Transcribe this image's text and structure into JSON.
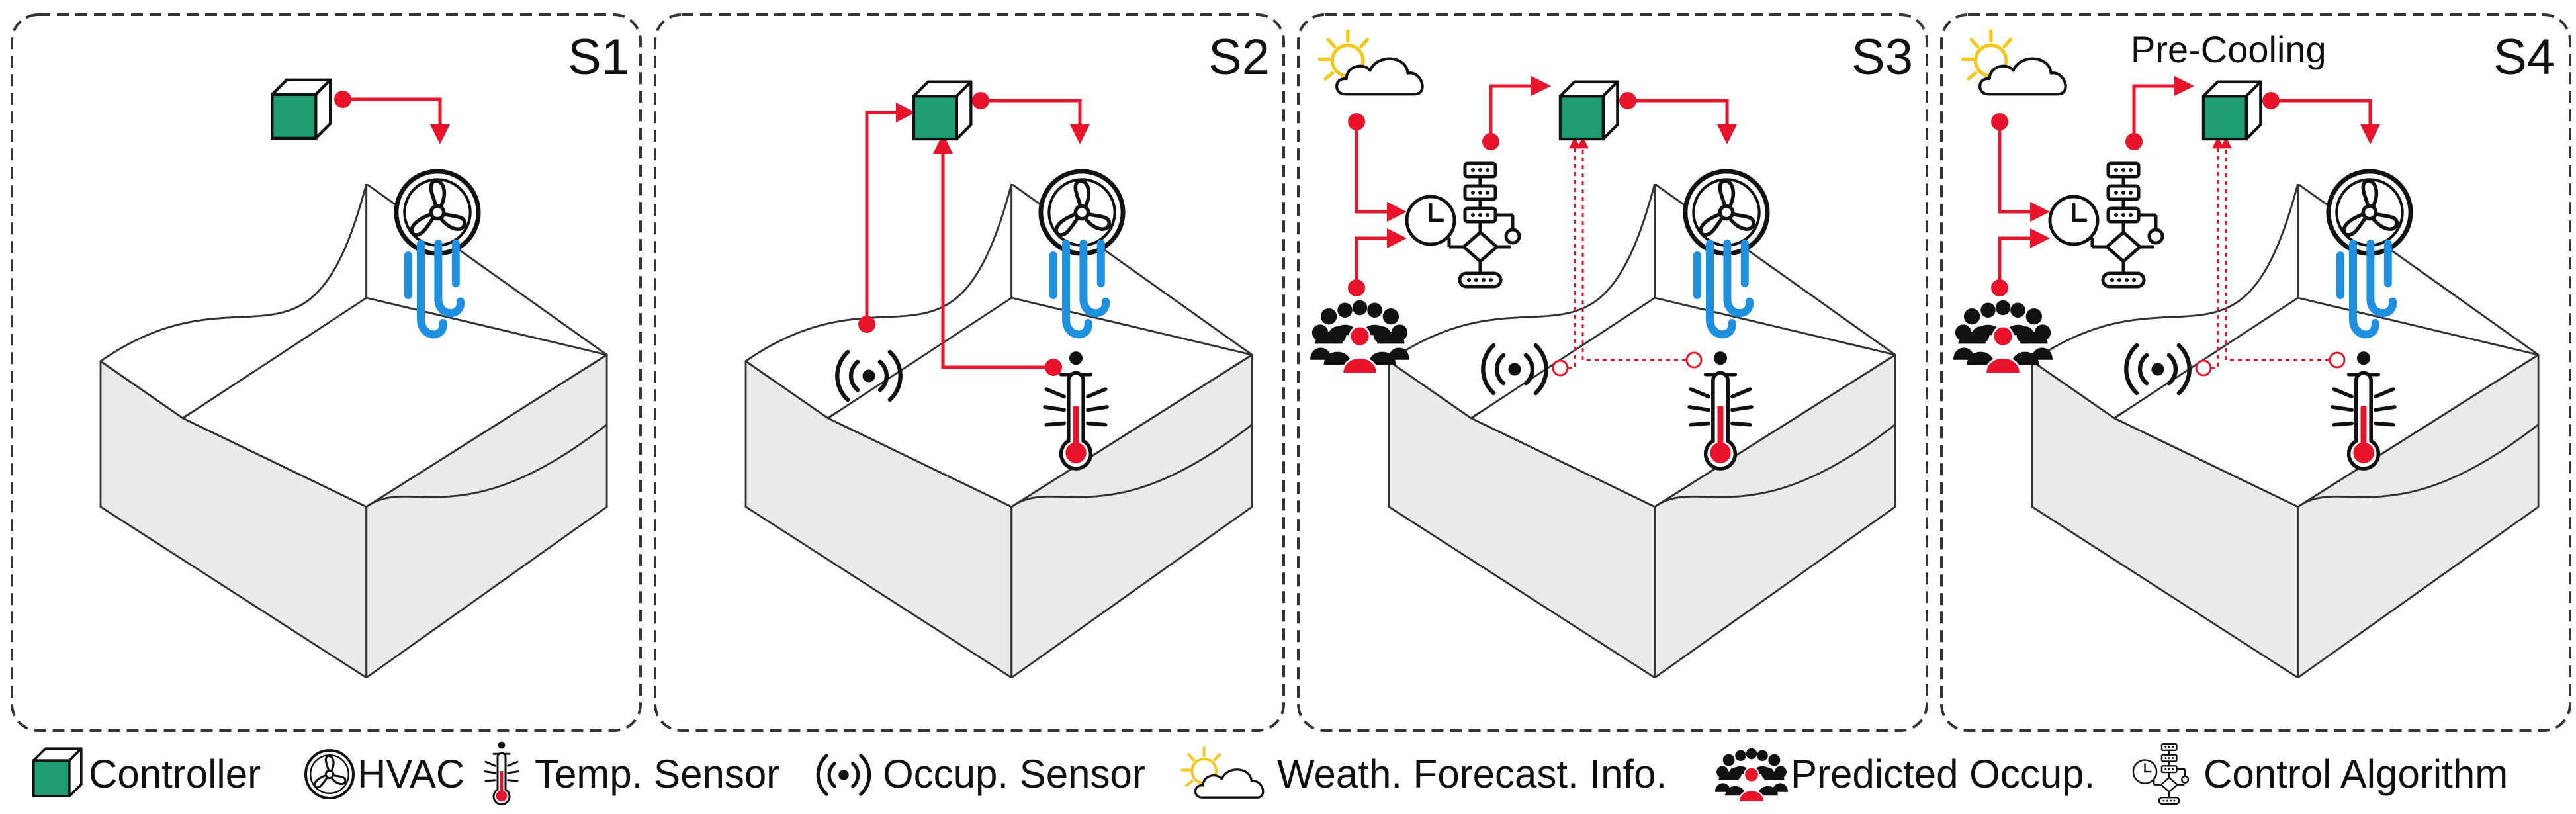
{
  "panels": [
    {
      "label": "S1"
    },
    {
      "label": "S2"
    },
    {
      "label": "S3"
    },
    {
      "label": "S4",
      "annotation": "Pre-Cooling"
    }
  ],
  "legend": [
    {
      "icon": "controller-icon",
      "label": "Controller"
    },
    {
      "icon": "hvac-fan-icon",
      "label": "HVAC"
    },
    {
      "icon": "temperature-sensor-icon",
      "label": "Temp. Sensor"
    },
    {
      "icon": "occupancy-sensor-icon",
      "label": "Occup. Sensor"
    },
    {
      "icon": "weather-forecast-icon",
      "label": "Weath. Forecast. Info."
    },
    {
      "icon": "predicted-occupancy-icon",
      "label": "Predicted Occup."
    },
    {
      "icon": "control-algorithm-icon",
      "label": "Control Algorithm"
    }
  ],
  "colors": {
    "controller": "#1f9e74",
    "link": "#e8142c",
    "airflow": "#1e90e0",
    "room_fill": "#eaeaea",
    "sun": "#f2c81e"
  }
}
